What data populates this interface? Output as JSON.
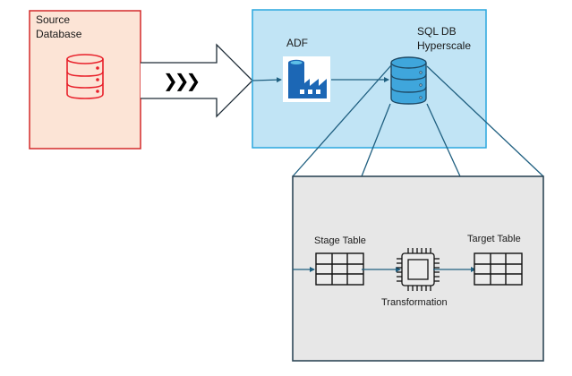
{
  "diagram": {
    "source": {
      "title_line1": "Source",
      "title_line2": "Database",
      "icon": "database-icon",
      "fill": "#fce4d6",
      "border": "#d42a2a",
      "icon_color": "#e8202a"
    },
    "transfer_arrow": {
      "icon": "chevron-triple-right-icon",
      "glyph": "❯❯❯"
    },
    "azure_group": {
      "fill": "#c1e4f5",
      "border": "#2aa7de",
      "adf": {
        "label": "ADF",
        "icon": "data-factory-icon"
      },
      "sql_db": {
        "label_line1": "SQL DB",
        "label_line2": "Hyperscale",
        "icon": "database-icon"
      }
    },
    "detail_panel": {
      "fill": "#e7e7e7",
      "border": "#2f4858",
      "stage_table": {
        "label": "Stage Table",
        "icon": "table-grid-icon"
      },
      "transformation": {
        "label": "Transformation",
        "icon": "processor-chip-icon"
      },
      "target_table": {
        "label": "Target Table",
        "icon": "table-grid-icon"
      }
    },
    "connector_color": "#1f5f80"
  }
}
